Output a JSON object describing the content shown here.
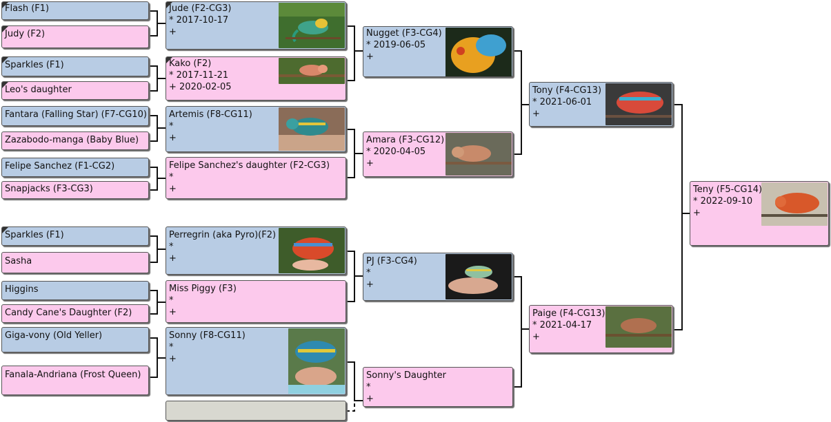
{
  "colors": {
    "male": "#b8cce4",
    "female": "#fcc9ec",
    "empty": "#d8d8d0",
    "connector": "#111111"
  },
  "gen1": [
    {
      "name": "Flash (F1)",
      "corner": true
    },
    {
      "name": "Judy (F2)",
      "corner": true
    },
    {
      "name": "Sparkles (F1)",
      "corner": true
    },
    {
      "name": "Leo's daughter",
      "corner": true
    },
    {
      "name": "Fantara (Falling Star) (F7-CG10)"
    },
    {
      "name": "Zazabodo-manga (Baby Blue)"
    },
    {
      "name": "Felipe Sanchez (F1-CG2)"
    },
    {
      "name": "Snapjacks (F3-CG3)"
    },
    {
      "name": "Sparkles (F1)",
      "corner": true
    },
    {
      "name": "Sasha"
    },
    {
      "name": "Higgins"
    },
    {
      "name": "Candy Cane's Daughter (F2)"
    },
    {
      "name": "Giga-vony (Old Yeller)"
    },
    {
      "name": "Fanala-Andriana (Frost Queen)"
    }
  ],
  "gen2": [
    {
      "name": "Jude (F2-CG3)",
      "born": "* 2017-10-17",
      "died": "+",
      "corner": true,
      "photo": "chameleon-photo"
    },
    {
      "name": "Kako (F2)",
      "born": "* 2017-11-21",
      "died": "+ 2020-02-05",
      "corner": true,
      "photo": "chameleon-photo"
    },
    {
      "name": "Artemis (F8-CG11)",
      "born": "*",
      "died": "+",
      "photo": "chameleon-photo"
    },
    {
      "name": "Felipe Sanchez's daughter (F2-CG3)",
      "born": "*",
      "died": "+"
    },
    {
      "name": "Perregrin (aka Pyro)(F2)",
      "born": "*",
      "died": "+",
      "photo": "chameleon-photo"
    },
    {
      "name": "Miss Piggy (F3)",
      "born": "*",
      "died": "+"
    },
    {
      "name": "Sonny (F8-CG11)",
      "born": "*",
      "died": "+",
      "photo": "chameleon-photo"
    },
    {
      "name": ""
    }
  ],
  "gen3": [
    {
      "name": "Nugget (F3-CG4)",
      "born": "* 2019-06-05",
      "died": "+",
      "photo": "chameleon-photo"
    },
    {
      "name": "Amara (F3-CG12)",
      "born": "* 2020-04-05",
      "died": "+",
      "photo": "chameleon-photo"
    },
    {
      "name": "PJ (F3-CG4)",
      "born": "*",
      "died": "+",
      "photo": "chameleon-photo"
    },
    {
      "name": "Sonny's Daughter",
      "born": "*",
      "died": "+"
    }
  ],
  "gen4": [
    {
      "name": "Tony (F4-CG13)",
      "born": "* 2021-06-01",
      "died": "+",
      "photo": "chameleon-photo"
    },
    {
      "name": "Paige (F4-CG13)",
      "born": "* 2021-04-17",
      "died": "+",
      "photo": "chameleon-photo"
    }
  ],
  "gen5": [
    {
      "name": "Teny (F5-CG14)",
      "born": "* 2022-09-10",
      "died": "+",
      "photo": "chameleon-photo"
    }
  ]
}
